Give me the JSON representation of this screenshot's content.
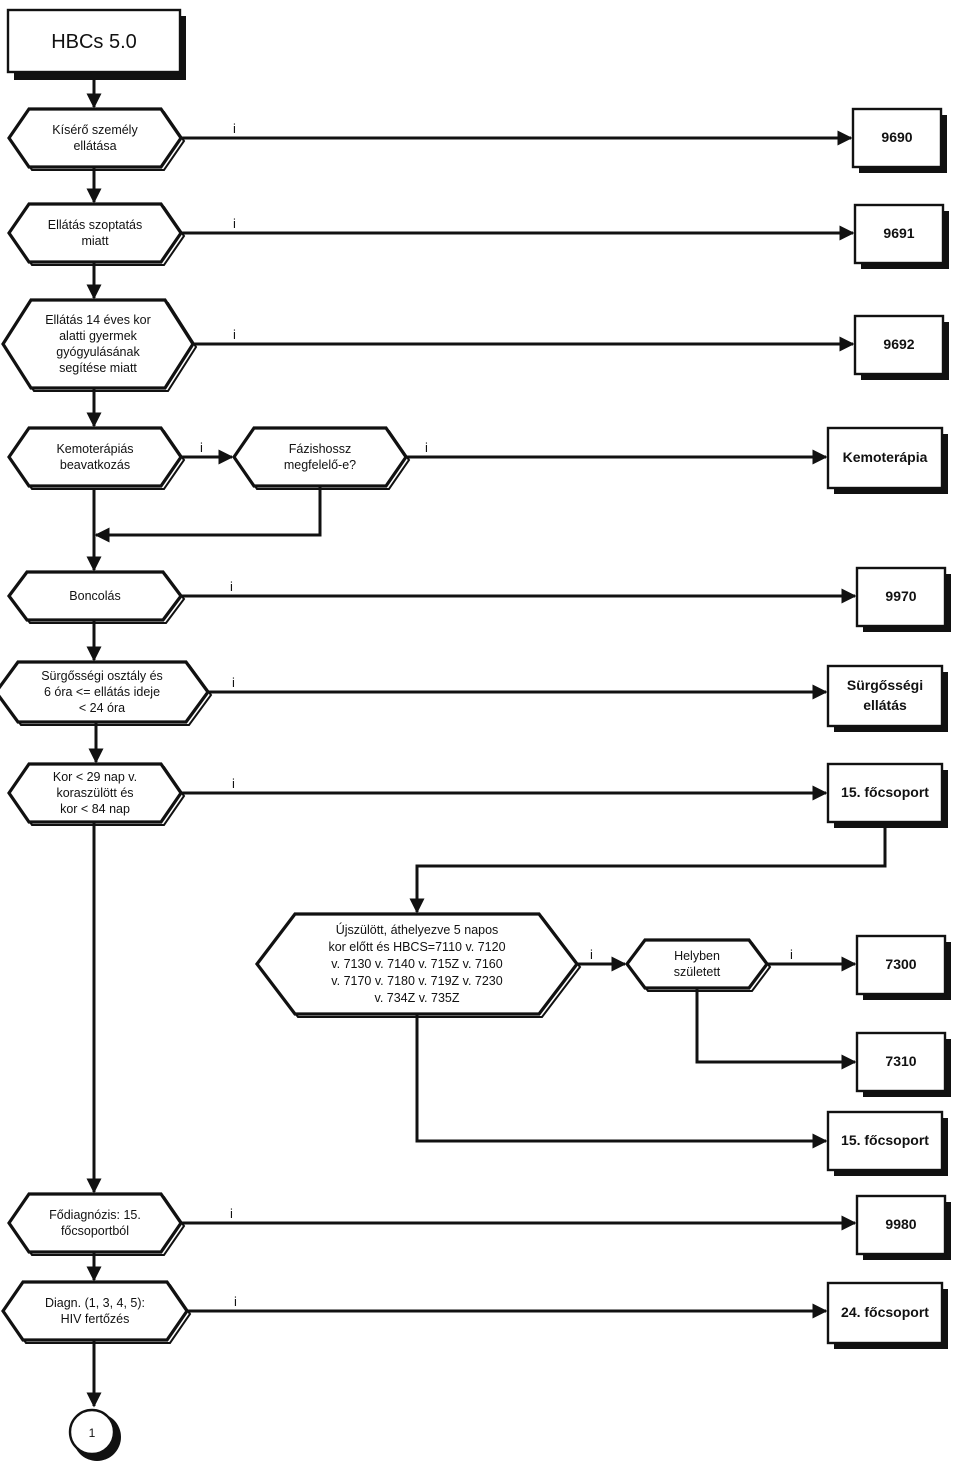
{
  "title": "HBCs 5.0",
  "yes_label": "i",
  "nodes": {
    "kisero": [
      "Kísérő személy",
      "ellátása"
    ],
    "szoptatas": [
      "Ellátás szoptatás",
      "miatt"
    ],
    "gyermek": [
      "Ellátás 14 éves kor",
      "alatti gyermek",
      "gyógyulásának",
      "segítése miatt"
    ],
    "kemo_beav": [
      "Kemoterápiás",
      "beavatkozás"
    ],
    "fazis": [
      "Fázishossz",
      "megfelelő-e?"
    ],
    "boncolas": [
      "Boncolás"
    ],
    "surgossegi": [
      "Sürgősségi osztály és",
      "6 óra <= ellátás ideje",
      "< 24 óra"
    ],
    "kor": [
      "Kor < 29 nap v.",
      "koraszülött és",
      "kor < 84 nap"
    ],
    "ujszulott": [
      "Újszülött, áthelyezve 5 napos",
      "kor előtt és HBCS=7110 v. 7120",
      "v. 7130 v. 7140 v. 715Z v. 7160",
      "v. 7170 v. 7180 v. 719Z v. 7230",
      "v. 734Z v. 735Z"
    ],
    "helyben": [
      "Helyben",
      "született"
    ],
    "fodiag": [
      "Fődiagnózis: 15.",
      "főcsoportból"
    ],
    "hiv": [
      "Diagn. (1, 3, 4, 5):",
      "HIV fertőzés"
    ]
  },
  "outcomes": {
    "o9690": [
      "9690"
    ],
    "o9691": [
      "9691"
    ],
    "o9692": [
      "9692"
    ],
    "kemoterapia": [
      "Kemoterápia"
    ],
    "o9970": [
      "9970"
    ],
    "surgossegi_ellatas": [
      "Sürgősségi",
      "ellátás"
    ],
    "focsoport15_a": [
      "15. főcsoport"
    ],
    "o7300": [
      "7300"
    ],
    "o7310": [
      "7310"
    ],
    "focsoport15_b": [
      "15. főcsoport"
    ],
    "o9980": [
      "9980"
    ],
    "focsoport24": [
      "24. főcsoport"
    ]
  },
  "connector": "1"
}
